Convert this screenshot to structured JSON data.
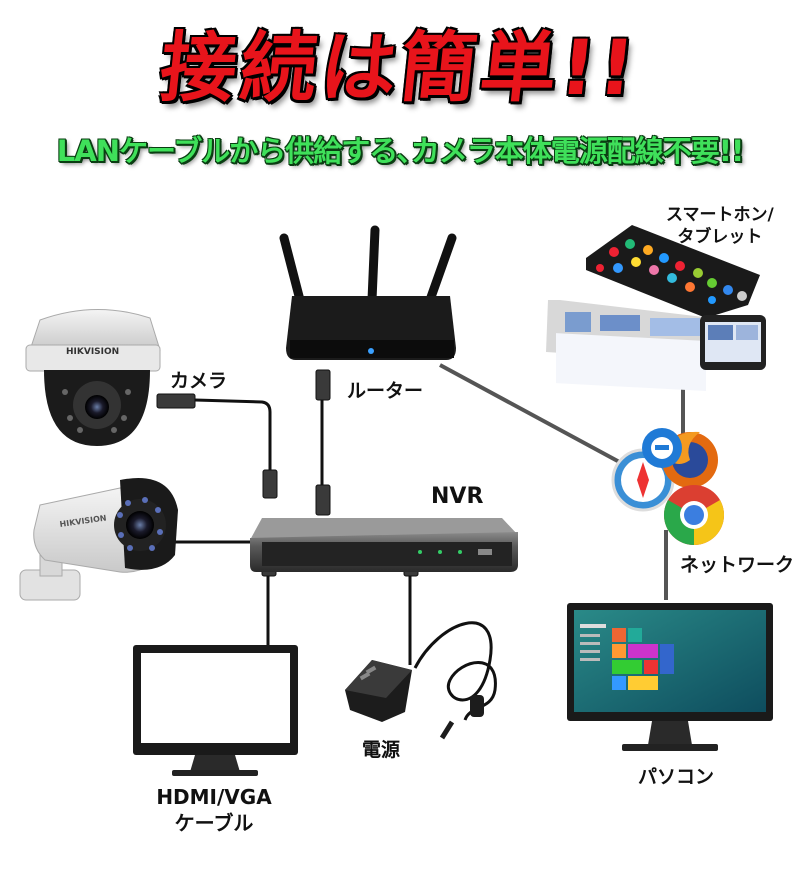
{
  "title": "接続は簡単!!",
  "subtitle": "LANケーブルから供給する､カメラ本体電源配線不要!!",
  "labels": {
    "camera": "カメラ",
    "router": "ルーター",
    "nvr": "NVR",
    "smartphone_line1": "スマートホン/",
    "smartphone_line2": "タブレット",
    "network": "ネットワーク",
    "power": "電源",
    "pc": "パソコン",
    "hdmi_line1": "HDMI/VGA",
    "hdmi_line2": "ケーブル"
  },
  "logos": {
    "dome_camera_brand": "HIKVISION",
    "bullet_camera_brand": "HIKVISION"
  },
  "colors": {
    "title_red": "#e8141b",
    "subtitle_green": "#3fe05a",
    "cable_gray": "#555555"
  }
}
